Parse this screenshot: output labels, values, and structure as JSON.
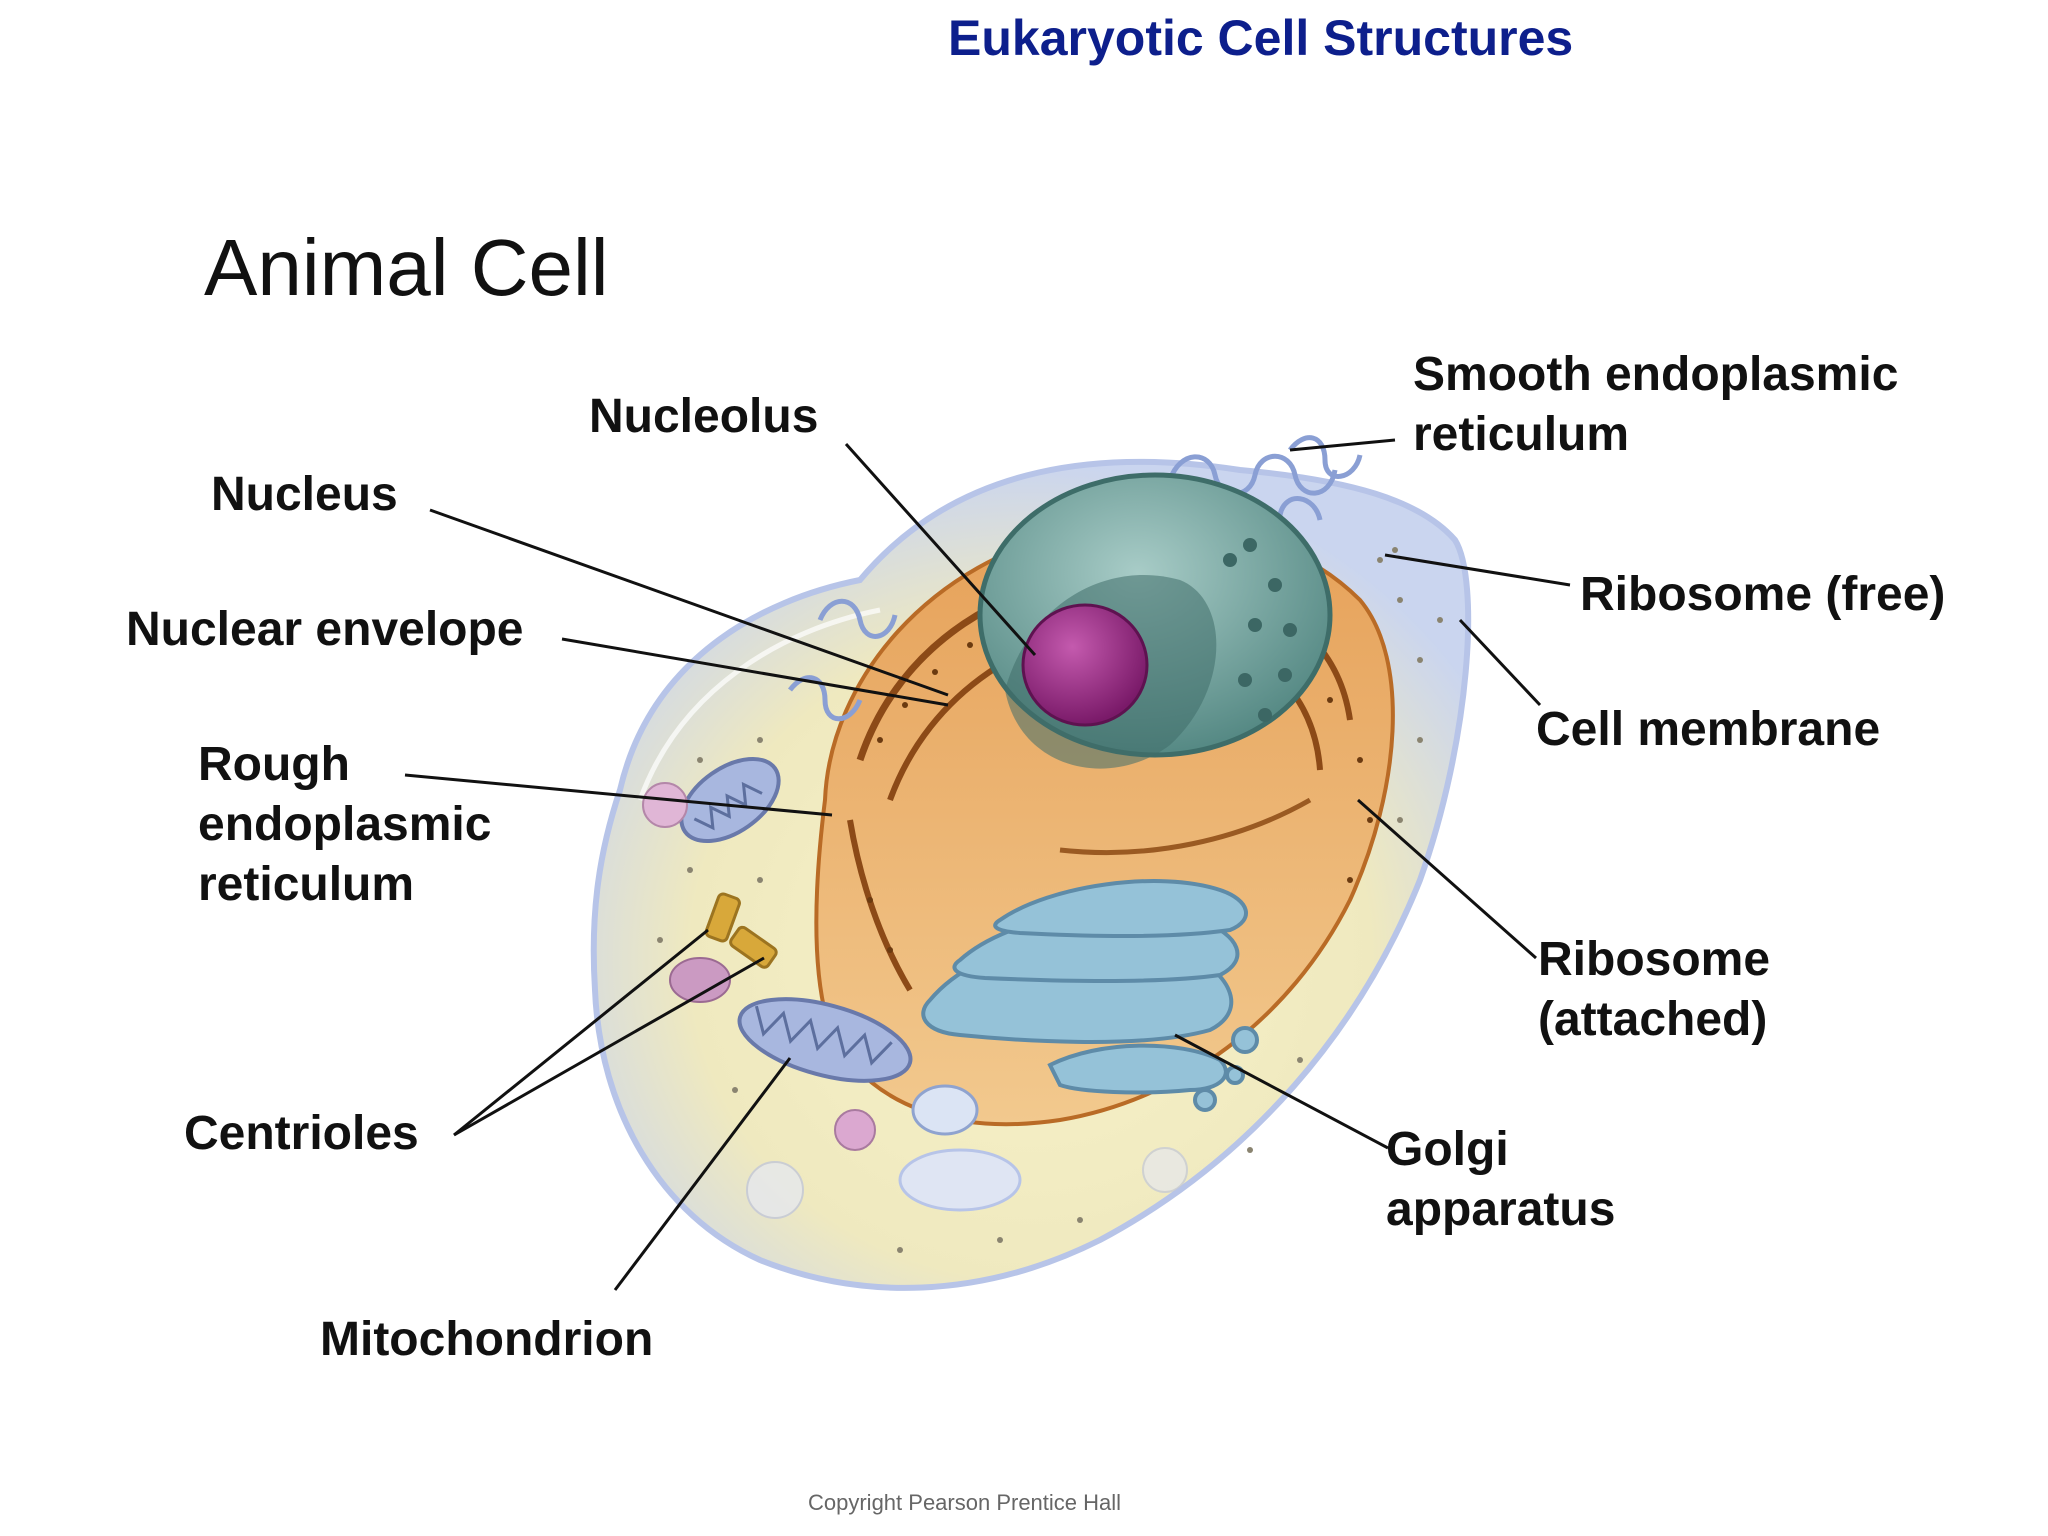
{
  "header": {
    "title": "Eukaryotic Cell Structures"
  },
  "diagram": {
    "title": "Animal Cell",
    "labels": {
      "nucleolus": "Nucleolus",
      "nucleus": "Nucleus",
      "nuclear_envelope": "Nuclear envelope",
      "rough_er": [
        "Rough",
        "endoplasmic",
        "reticulum"
      ],
      "centrioles": "Centrioles",
      "mitochondrion": "Mitochondrion",
      "smooth_er": [
        "Smooth endoplasmic",
        "reticulum"
      ],
      "ribosome_free": "Ribosome (free)",
      "cell_membrane": "Cell membrane",
      "ribosome_attached": [
        "Ribosome",
        "(attached)"
      ],
      "golgi": [
        "Golgi",
        "apparatus"
      ]
    }
  },
  "footer": {
    "copyright": "Copyright Pearson Prentice Hall"
  },
  "colors": {
    "title_blue": "#0d1f8c",
    "cytoplasm": "#f3efc4",
    "membrane": "#c9d3ee",
    "er_orange": "#d98a3a",
    "nucleus_teal": "#6fa19d",
    "nucleolus_purple": "#93287f",
    "golgi_blue": "#8fbcd4",
    "mitochondria_blue": "#a9b8de",
    "centriole_gold": "#d8a83a"
  }
}
